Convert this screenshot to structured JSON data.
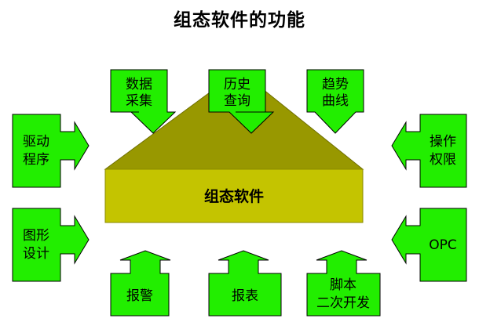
{
  "title": "组态软件的功能",
  "center": {
    "label": "组态软件"
  },
  "colors": {
    "arrow_fill": "#22ee00",
    "arrow_stroke": "#000000",
    "box_front": "#c4c400",
    "box_top": "#989800",
    "background": "#ffffff"
  },
  "nodes": {
    "data_acquisition": {
      "lines": [
        "数据",
        "采集"
      ]
    },
    "history_query": {
      "lines": [
        "历史",
        "查询"
      ]
    },
    "trend_curve": {
      "lines": [
        "趋势",
        "曲线"
      ]
    },
    "driver": {
      "lines": [
        "驱动",
        "程序"
      ]
    },
    "permission": {
      "lines": [
        "操作",
        "权限"
      ]
    },
    "graphic_design": {
      "lines": [
        "图形",
        "设计"
      ]
    },
    "opc": {
      "lines": [
        "OPC"
      ]
    },
    "alarm": {
      "lines": [
        "报警"
      ]
    },
    "report": {
      "lines": [
        "报表"
      ]
    },
    "script": {
      "lines": [
        "脚本",
        "二次开发"
      ]
    }
  }
}
